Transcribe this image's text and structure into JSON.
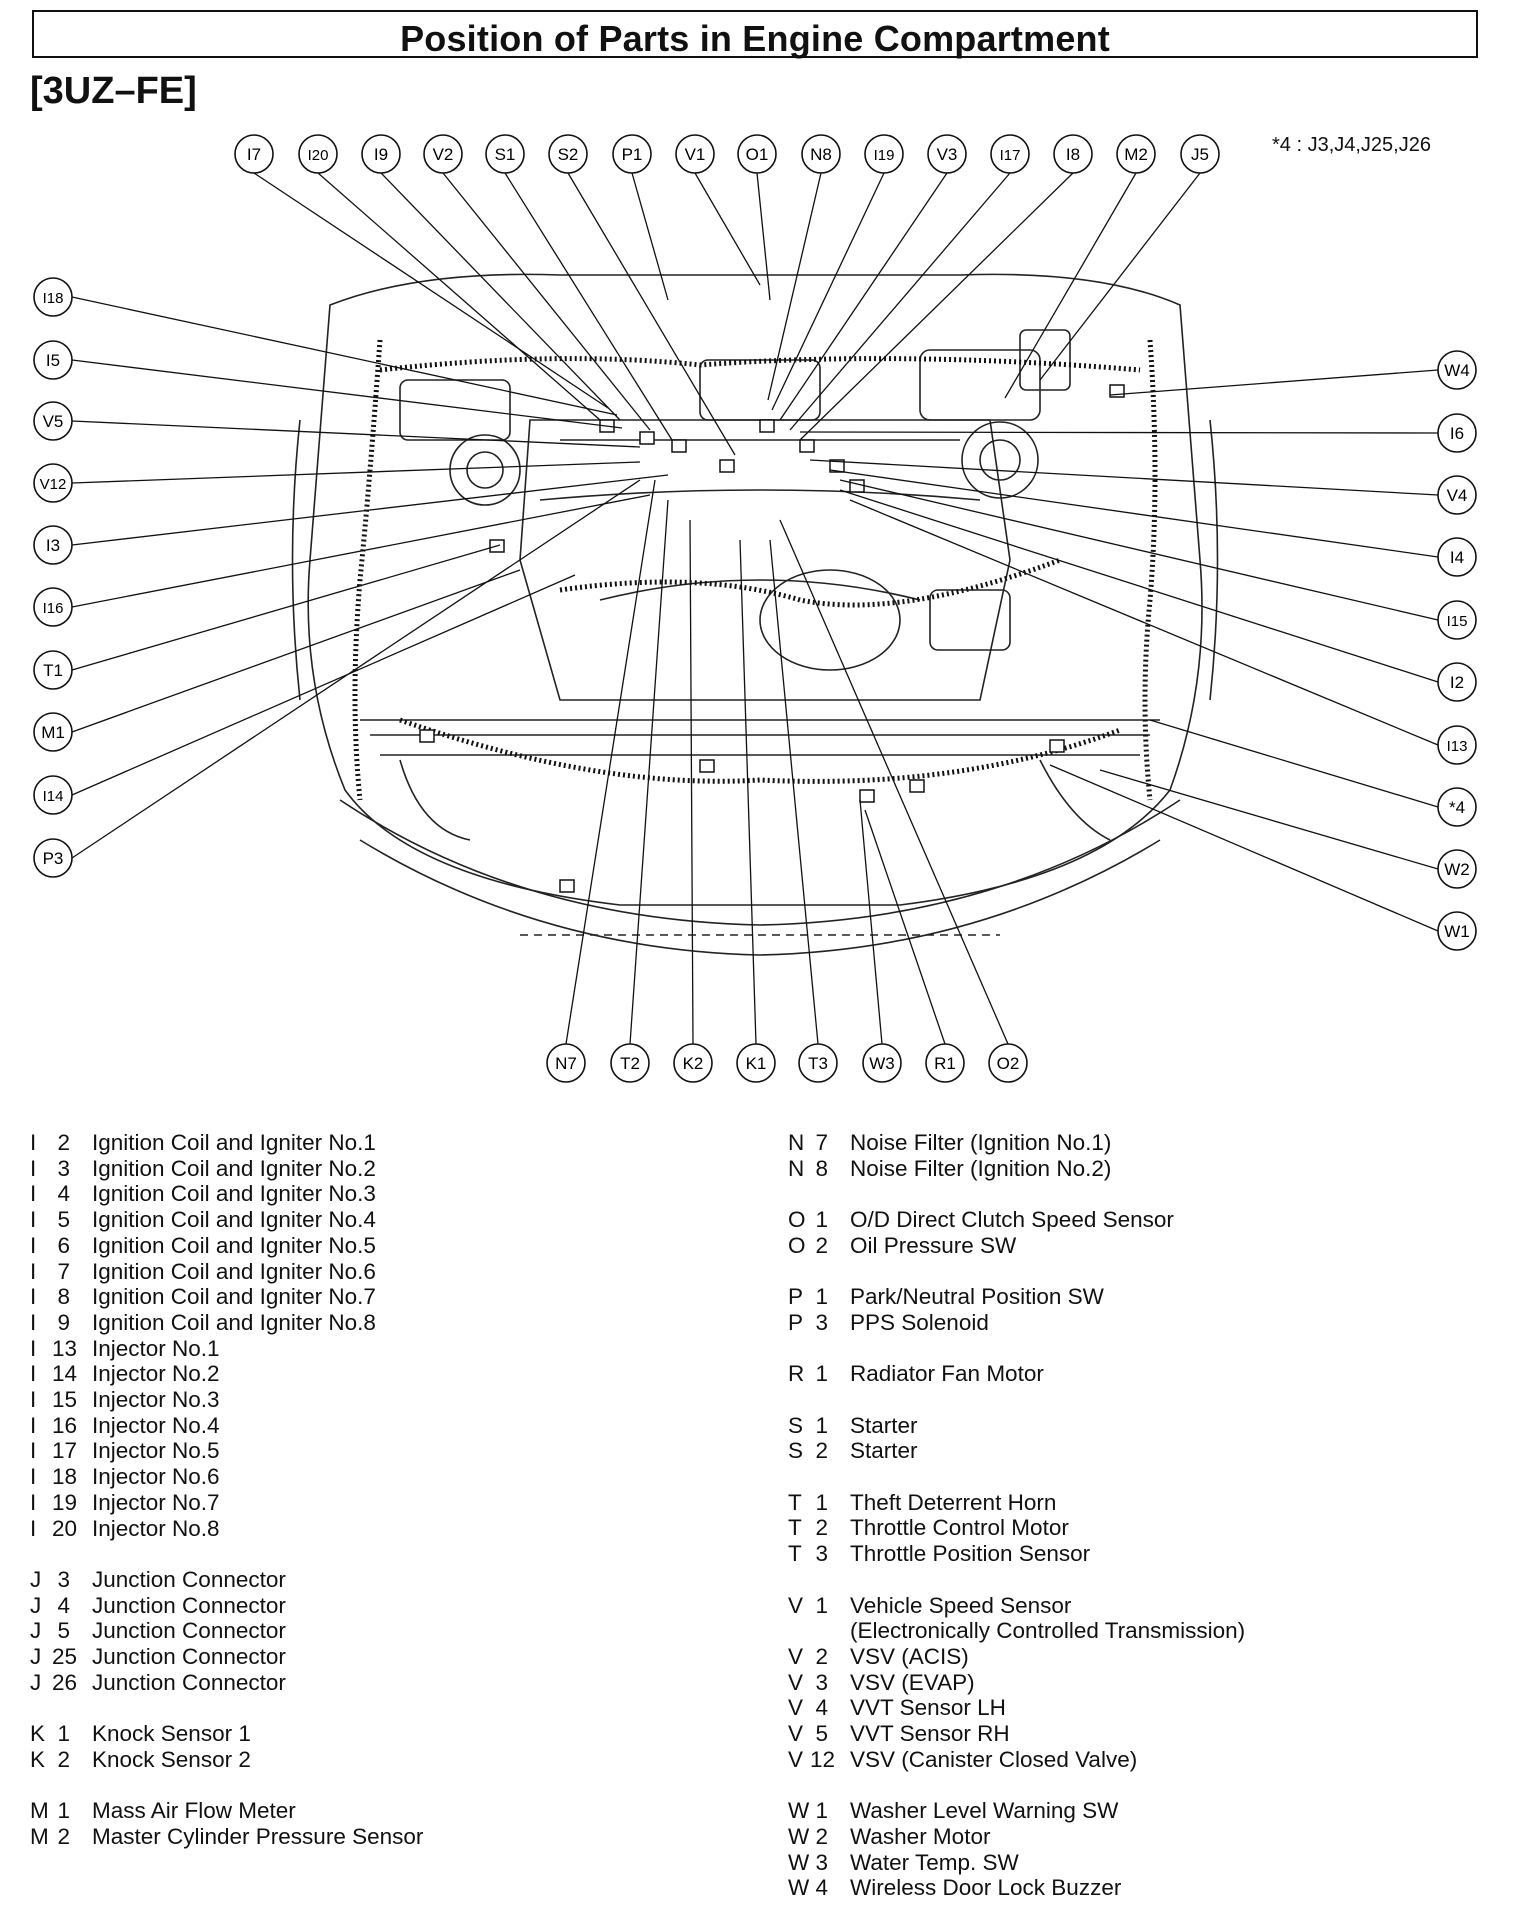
{
  "header": {
    "title": "Position of Parts in Engine Compartment",
    "subtitle": "[3UZ–FE]",
    "footnote": "*4 : J3,J4,J25,J26"
  },
  "callouts": {
    "top": [
      "I7",
      "I20",
      "I9",
      "V2",
      "S1",
      "S2",
      "P1",
      "V1",
      "O1",
      "N8",
      "I19",
      "V3",
      "I17",
      "I8",
      "M2",
      "J5"
    ],
    "left": [
      "I18",
      "I5",
      "V5",
      "V12",
      "I3",
      "I16",
      "T1",
      "M1",
      "I14",
      "P3"
    ],
    "right": [
      "W4",
      "I6",
      "V4",
      "I4",
      "I15",
      "I2",
      "I13",
      "*4",
      "W2",
      "W1"
    ],
    "bottom": [
      "N7",
      "T2",
      "K2",
      "K1",
      "T3",
      "W3",
      "R1",
      "O2"
    ]
  },
  "legend_left": [
    {
      "letter": "I",
      "num": "2",
      "name": "Ignition Coil and Igniter No.1"
    },
    {
      "letter": "I",
      "num": "3",
      "name": "Ignition Coil and Igniter No.2"
    },
    {
      "letter": "I",
      "num": "4",
      "name": "Ignition Coil and Igniter No.3"
    },
    {
      "letter": "I",
      "num": "5",
      "name": "Ignition Coil and Igniter No.4"
    },
    {
      "letter": "I",
      "num": "6",
      "name": "Ignition Coil and Igniter No.5"
    },
    {
      "letter": "I",
      "num": "7",
      "name": "Ignition Coil and Igniter No.6"
    },
    {
      "letter": "I",
      "num": "8",
      "name": "Ignition Coil and Igniter No.7"
    },
    {
      "letter": "I",
      "num": "9",
      "name": "Ignition Coil and Igniter No.8"
    },
    {
      "letter": "I",
      "num": "13",
      "name": "Injector No.1"
    },
    {
      "letter": "I",
      "num": "14",
      "name": "Injector No.2"
    },
    {
      "letter": "I",
      "num": "15",
      "name": "Injector No.3"
    },
    {
      "letter": "I",
      "num": "16",
      "name": "Injector No.4"
    },
    {
      "letter": "I",
      "num": "17",
      "name": "Injector No.5"
    },
    {
      "letter": "I",
      "num": "18",
      "name": "Injector No.6"
    },
    {
      "letter": "I",
      "num": "19",
      "name": "Injector No.7"
    },
    {
      "letter": "I",
      "num": "20",
      "name": "Injector No.8"
    },
    {
      "gap": true
    },
    {
      "letter": "J",
      "num": "3",
      "name": "Junction Connector"
    },
    {
      "letter": "J",
      "num": "4",
      "name": "Junction Connector"
    },
    {
      "letter": "J",
      "num": "5",
      "name": "Junction Connector"
    },
    {
      "letter": "J",
      "num": "25",
      "name": "Junction Connector"
    },
    {
      "letter": "J",
      "num": "26",
      "name": "Junction Connector"
    },
    {
      "gap": true
    },
    {
      "letter": "K",
      "num": "1",
      "name": "Knock Sensor 1"
    },
    {
      "letter": "K",
      "num": "2",
      "name": "Knock Sensor 2"
    },
    {
      "gap": true
    },
    {
      "letter": "M",
      "num": "1",
      "name": "Mass Air Flow Meter"
    },
    {
      "letter": "M",
      "num": "2",
      "name": "Master Cylinder Pressure Sensor"
    }
  ],
  "legend_right": [
    {
      "letter": "N",
      "num": "7",
      "name": "Noise Filter (Ignition No.1)"
    },
    {
      "letter": "N",
      "num": "8",
      "name": "Noise Filter (Ignition No.2)"
    },
    {
      "gap": true
    },
    {
      "letter": "O",
      "num": "1",
      "name": "O/D Direct Clutch Speed Sensor"
    },
    {
      "letter": "O",
      "num": "2",
      "name": "Oil Pressure SW"
    },
    {
      "gap": true
    },
    {
      "letter": "P",
      "num": "1",
      "name": "Park/Neutral Position SW"
    },
    {
      "letter": "P",
      "num": "3",
      "name": "PPS Solenoid"
    },
    {
      "gap": true
    },
    {
      "letter": "R",
      "num": "1",
      "name": "Radiator Fan Motor"
    },
    {
      "gap": true
    },
    {
      "letter": "S",
      "num": "1",
      "name": "Starter"
    },
    {
      "letter": "S",
      "num": "2",
      "name": "Starter"
    },
    {
      "gap": true
    },
    {
      "letter": "T",
      "num": "1",
      "name": "Theft Deterrent Horn"
    },
    {
      "letter": "T",
      "num": "2",
      "name": "Throttle Control Motor"
    },
    {
      "letter": "T",
      "num": "3",
      "name": "Throttle Position Sensor"
    },
    {
      "gap": true
    },
    {
      "letter": "V",
      "num": "1",
      "name": "Vehicle Speed Sensor"
    },
    {
      "cont": "(Electronically Controlled Transmission)"
    },
    {
      "letter": "V",
      "num": "2",
      "name": "VSV (ACIS)"
    },
    {
      "letter": "V",
      "num": "3",
      "name": "VSV (EVAP)"
    },
    {
      "letter": "V",
      "num": "4",
      "name": "VVT Sensor LH"
    },
    {
      "letter": "V",
      "num": "5",
      "name": "VVT Sensor RH"
    },
    {
      "letter": "V",
      "num": "12",
      "name": "VSV (Canister Closed Valve)"
    },
    {
      "gap": true
    },
    {
      "letter": "W",
      "num": "1",
      "name": "Washer Level Warning SW"
    },
    {
      "letter": "W",
      "num": "2",
      "name": "Washer Motor"
    },
    {
      "letter": "W",
      "num": "3",
      "name": "Water Temp. SW"
    },
    {
      "letter": "W",
      "num": "4",
      "name": "Wireless Door Lock Buzzer"
    }
  ]
}
